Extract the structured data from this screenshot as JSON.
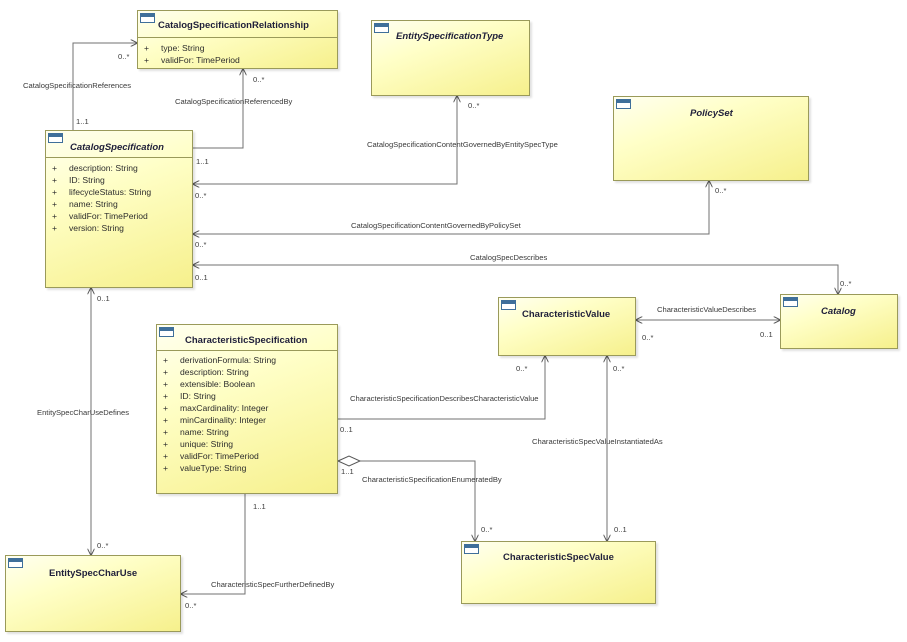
{
  "classes": {
    "catalog_spec_relationship": {
      "name": "CatalogSpecificationRelationship",
      "attributes": [
        "type: String",
        "validFor: TimePeriod"
      ]
    },
    "entity_spec_type": {
      "name": "EntitySpecificationType"
    },
    "policy_set": {
      "name": "PolicySet"
    },
    "catalog_specification": {
      "name": "CatalogSpecification",
      "attributes": [
        "description: String",
        "ID: String",
        "lifecycleStatus: String",
        "name: String",
        "validFor: TimePeriod",
        "version: String"
      ]
    },
    "characteristic_specification": {
      "name": "CharacteristicSpecification",
      "attributes": [
        "derivationFormula: String",
        "description: String",
        "extensible: Boolean",
        "ID: String",
        "maxCardinality: Integer",
        "minCardinality: Integer",
        "name: String",
        "unique: String",
        "validFor: TimePeriod",
        "valueType: String"
      ]
    },
    "characteristic_value": {
      "name": "CharacteristicValue"
    },
    "catalog": {
      "name": "Catalog"
    },
    "entity_spec_char_use": {
      "name": "EntitySpecCharUse"
    },
    "characteristic_spec_value": {
      "name": "CharacteristicSpecValue"
    }
  },
  "visibility_symbol": "+",
  "associations": {
    "catalog_spec_references": {
      "label": "CatalogSpecificationReferences",
      "mult_source": "1..1",
      "mult_target": "0..*"
    },
    "catalog_spec_referenced_by": {
      "label": "CatalogSpecificationReferencedBy",
      "mult_source": "1..1",
      "mult_target": "0..*"
    },
    "content_by_entity_spec_type": {
      "label": "CatalogSpecificationContentGovernedByEntitySpecType",
      "mult_source": "0..*",
      "mult_target": "0..*"
    },
    "content_by_policy_set": {
      "label": "CatalogSpecificationContentGovernedByPolicySet",
      "mult_source": "0..*",
      "mult_target": "0..*"
    },
    "catalog_spec_describes": {
      "label": "CatalogSpecDescribes",
      "mult_source": "0..1",
      "mult_target": "0..*"
    },
    "entity_spec_char_use_defines": {
      "label": "EntitySpecCharUseDefines",
      "mult_source": "0..1",
      "mult_target": "0..*"
    },
    "char_value_describes": {
      "label": "CharacteristicValueDescribes",
      "mult_source": "0..*",
      "mult_target": "0..1"
    },
    "char_spec_describes_char_value": {
      "label": "CharacteristicSpecificationDescribesCharacteristicValue",
      "mult_source": "0..1",
      "mult_target": "0..*"
    },
    "char_spec_value_instantiated_as": {
      "label": "CharacteristicSpecValueInstantiatedAs",
      "mult_source": "0..*",
      "mult_target": "0..1"
    },
    "char_spec_enumerated_by": {
      "label": "CharacteristicSpecificationEnumeratedBy",
      "mult_source": "1..1",
      "mult_target": "0..*"
    },
    "char_spec_further_defined_by": {
      "label": "CharacteristicSpecFurtherDefinedBy",
      "mult_source": "1..1",
      "mult_target": "0..*"
    }
  }
}
